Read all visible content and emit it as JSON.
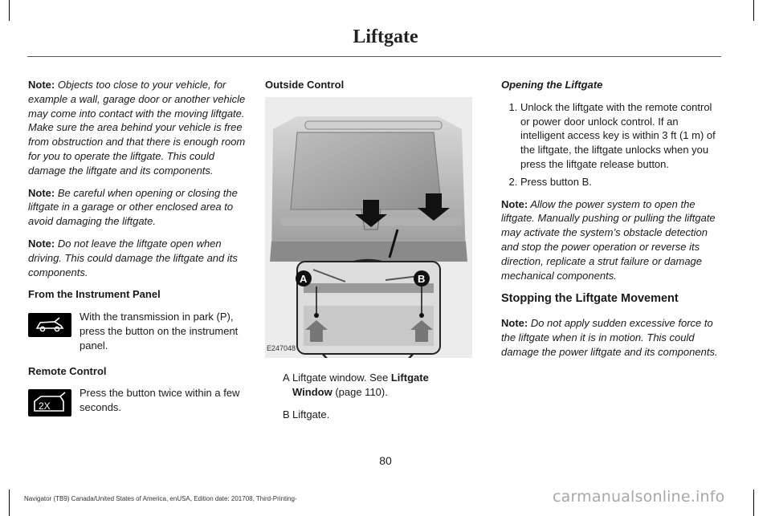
{
  "page_title": "Liftgate",
  "page_number": "80",
  "footer": "Navigator (TB9) Canada/United States of America, enUSA, Edition date: 201708, Third-Printing-",
  "watermark": "carmanualsonline.info",
  "col1": {
    "note1_label": "Note:",
    "note1_text": "  Objects too close to your vehicle, for example a wall, garage door or another vehicle may come into contact with the moving liftgate.  Make sure the area behind your vehicle is free from obstruction and that there is enough room for you to operate the liftgate.  This could damage the liftgate and its components.",
    "note2_label": "Note:",
    "note2_text": " Be careful when opening or closing the liftgate in a garage or other enclosed area to avoid damaging the liftgate.",
    "note3_label": "Note:",
    "note3_text": "  Do not leave the liftgate open when driving.  This could damage the liftgate and its components.",
    "heading_panel": "From the Instrument Panel",
    "panel_text": "With the transmission in park (P), press the button on the instrument panel.",
    "heading_remote": "Remote Control",
    "remote_text": "Press the button twice within a few seconds.",
    "remote_icon_label": "2X"
  },
  "col2": {
    "heading": "Outside Control",
    "figure_code": "E247048",
    "callout_a": "A",
    "callout_b": "B",
    "legend": [
      {
        "key": "A",
        "text": "Liftgate window.  See ",
        "link": "Liftgate Window",
        "suffix": " (page 110)."
      },
      {
        "key": "B",
        "text": "Liftgate.",
        "link": "",
        "suffix": ""
      }
    ]
  },
  "col3": {
    "heading": "Opening the Liftgate",
    "steps": [
      "Unlock the liftgate with the remote control or power door unlock control.  If an intelligent access key is within 3 ft (1 m) of the liftgate, the liftgate unlocks when you press the liftgate release button.",
      "Press button B."
    ],
    "note_label": "Note:",
    "note_text": " Allow the power system to open the liftgate. Manually pushing or pulling the liftgate may activate the system’s obstacle detection and stop the power operation or reverse its direction, replicate a strut failure or damage mechanical components.",
    "heading2": "Stopping the Liftgate Movement",
    "note2_label": "Note:",
    "note2_text": "  Do not apply sudden excessive force to the liftgate when it is in motion.  This could damage the power liftgate and its components."
  }
}
